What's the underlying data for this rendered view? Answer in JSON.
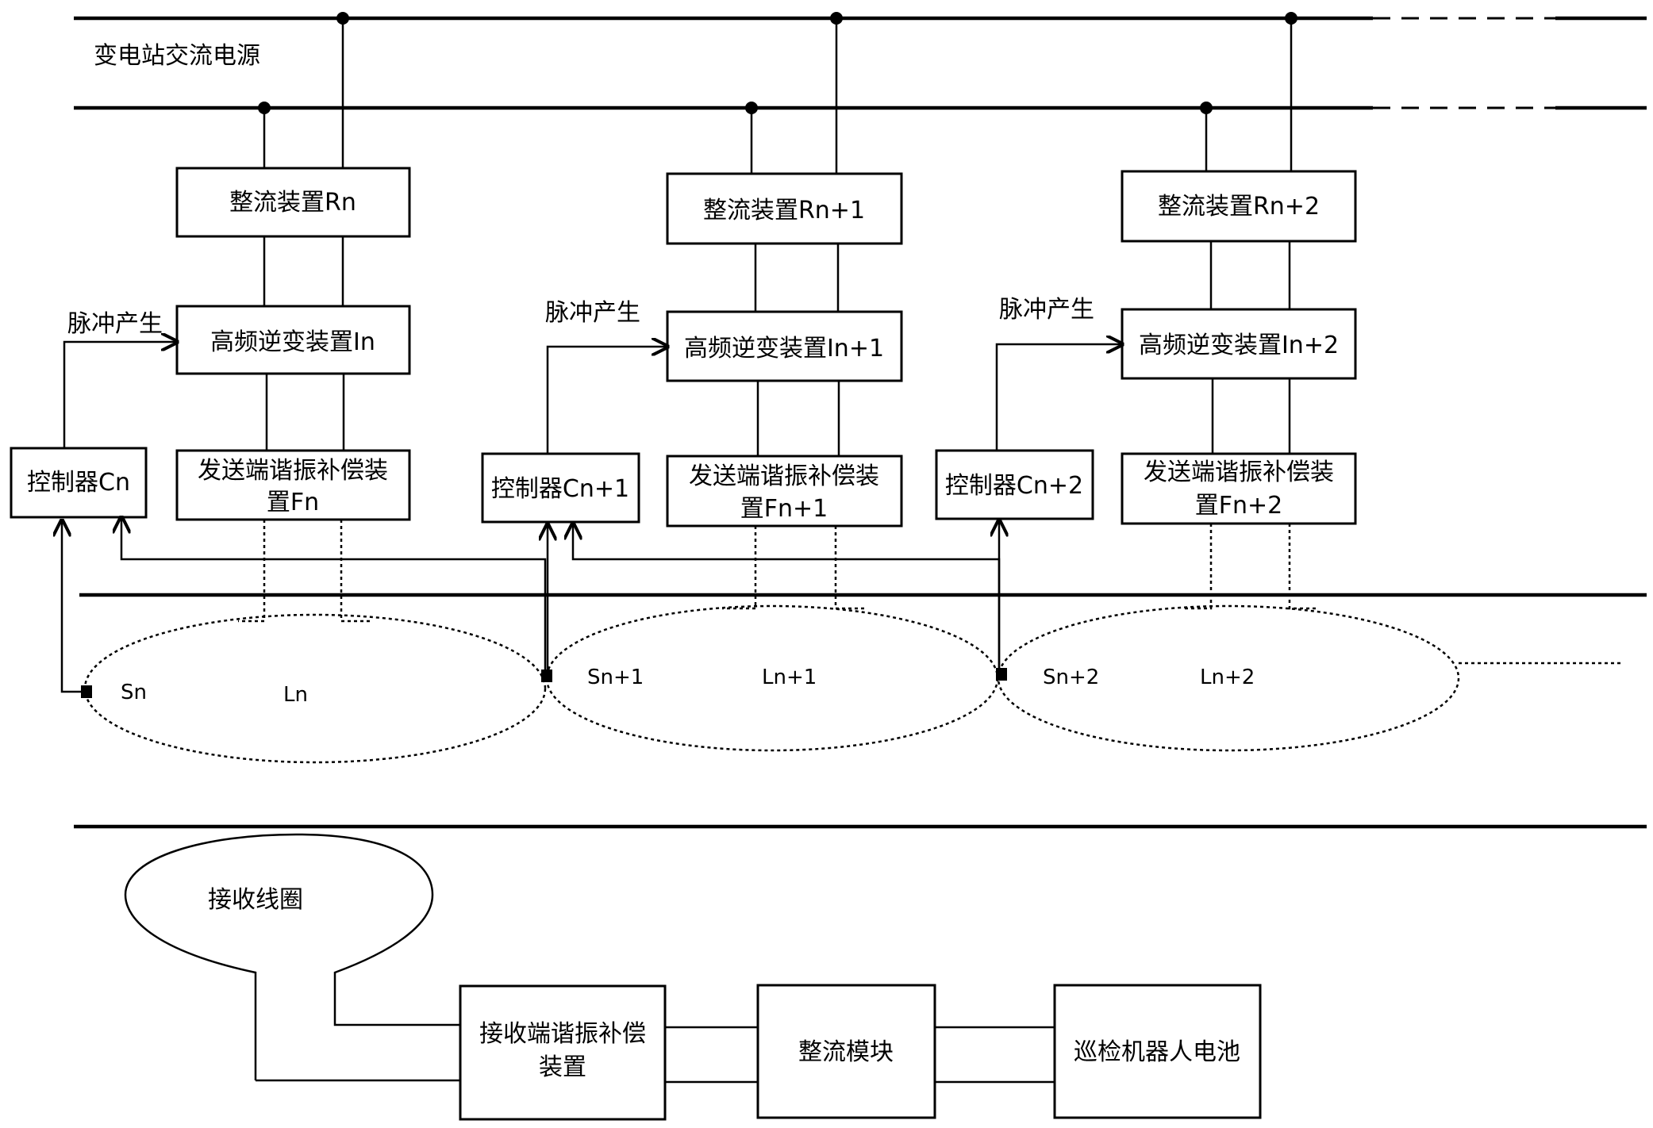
{
  "bus_label": "变电站交流电源",
  "units": [
    {
      "rectifier": "整流装置Rn",
      "inverter": "高频逆变装置In",
      "comp_line1": "发送端谐振补偿装",
      "comp_line2": "置Fn",
      "controller": "控制器Cn",
      "pulse": "脉冲产生",
      "sensor": "Sn",
      "coil": "Ln"
    },
    {
      "rectifier": "整流装置Rn+1",
      "inverter": "高频逆变装置In+1",
      "comp_line1": "发送端谐振补偿装",
      "comp_line2": "置Fn+1",
      "controller": "控制器Cn+1",
      "pulse": "脉冲产生",
      "sensor": "Sn+1",
      "coil": "Ln+1"
    },
    {
      "rectifier": "整流装置Rn+2",
      "inverter": "高频逆变装置In+2",
      "comp_line1": "发送端谐振补偿装",
      "comp_line2": "置Fn+2",
      "controller": "控制器Cn+2",
      "pulse": "脉冲产生",
      "sensor": "Sn+2",
      "coil": "Ln+2"
    }
  ],
  "receiver": {
    "coil": "接收线圈",
    "comp_line1": "接收端谐振补偿",
    "comp_line2": "装置",
    "rectifier": "整流模块",
    "battery": "巡检机器人电池"
  }
}
